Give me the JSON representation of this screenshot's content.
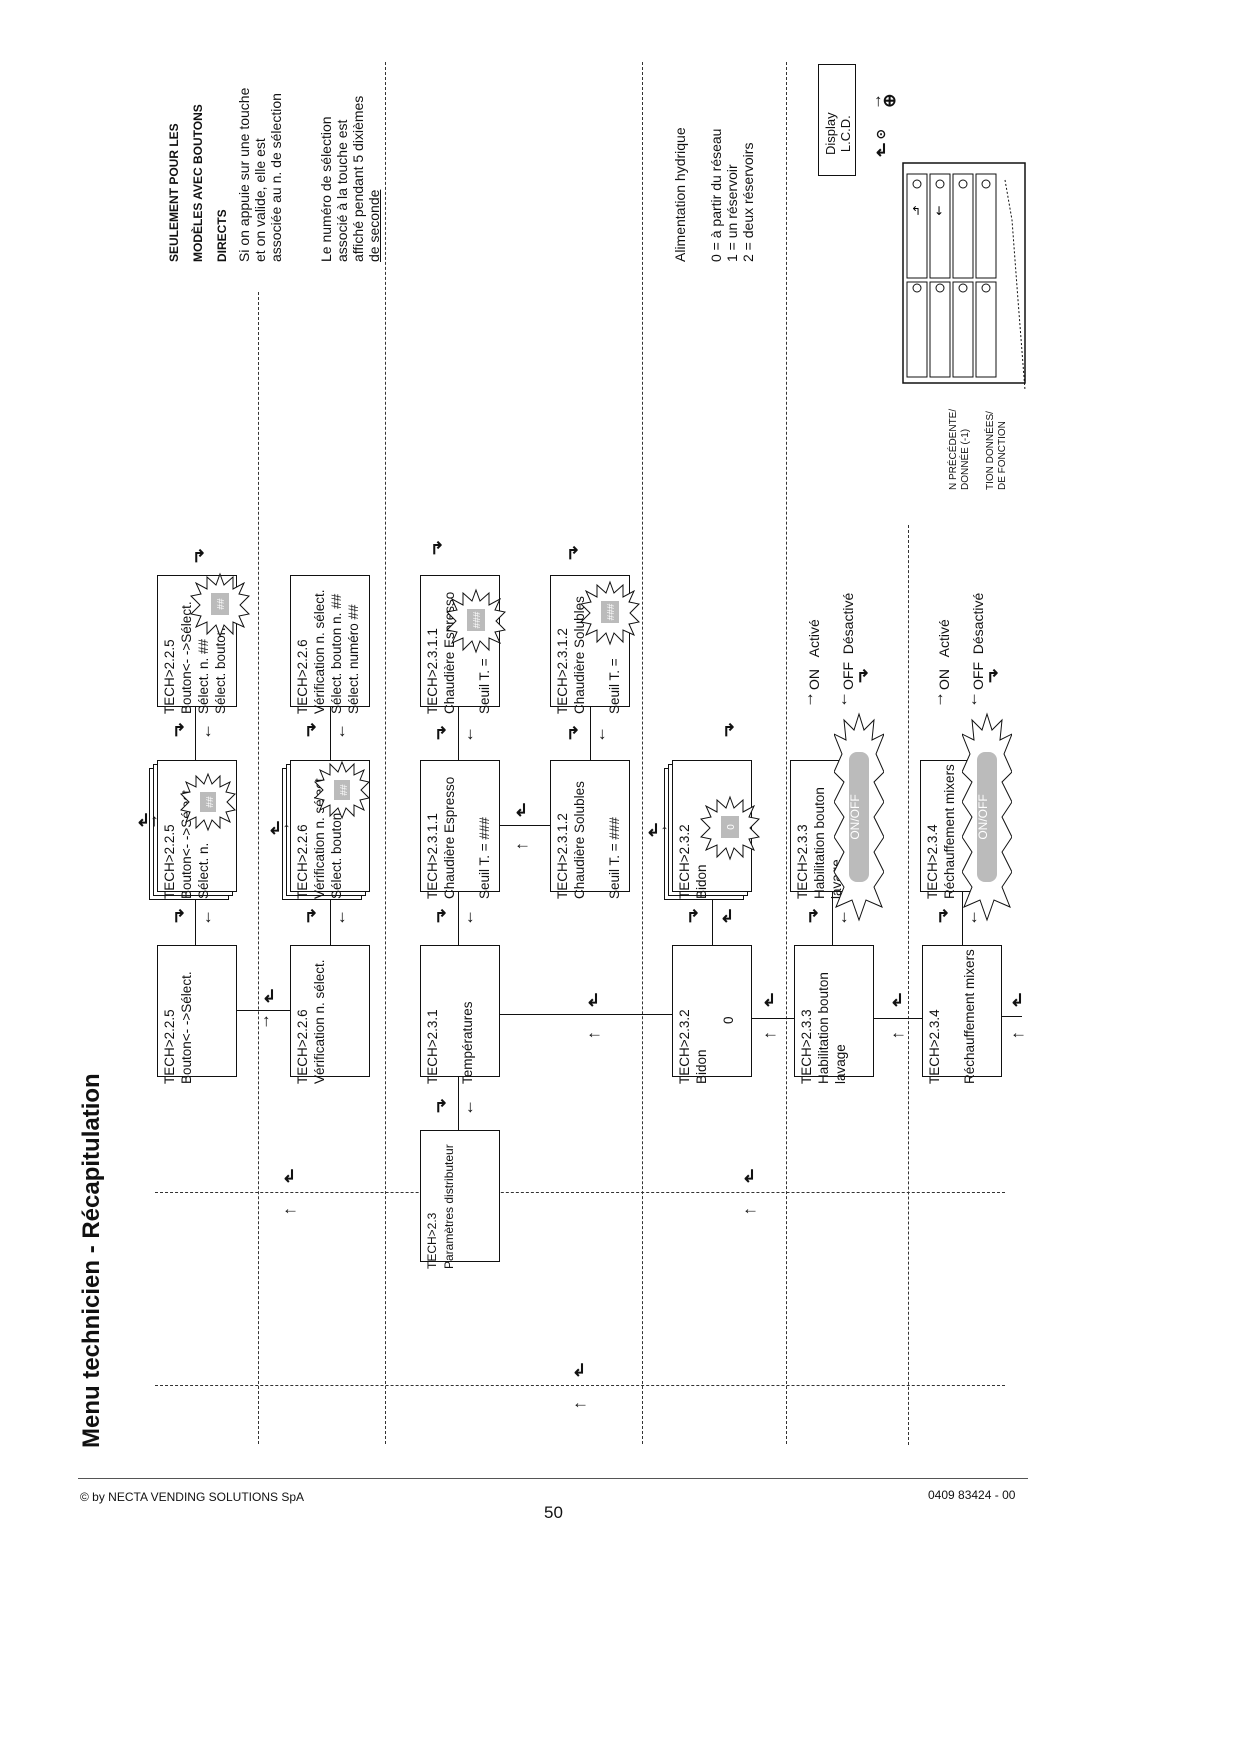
{
  "page": {
    "title": "Menu technicien - Récapitulation",
    "page_number": "50",
    "copyright": "© by NECTA VENDING SOLUTIONS SpA",
    "doc_code": "0409 83424 - 00"
  },
  "notes": {
    "direct_buttons_heading": "SEULEMENT POUR LES MODÈLES AVEC BOUTONS DIRECTS",
    "direct_buttons_line1": "Si on appuie sur une touche",
    "direct_buttons_line2": "et on valide, elle est",
    "direct_buttons_line3": "associée au n. de sélection",
    "selection_line1": "Le numéro de sélection",
    "selection_line2": "associé à la touche est",
    "selection_line3": "affiché pendant 5 dixièmes",
    "selection_line4": "de seconde",
    "water_title": "Alimentation hydrique",
    "water_opt0": "0 = à partir du réseau",
    "water_opt1": "1 = un réservoir",
    "water_opt2": "2 = deux réservoirs",
    "display_label1": "Display",
    "display_label2": "L.C.D.",
    "legend1a": "N PRÉCÉDENTE/",
    "legend1b": "DONNÉE (-1)",
    "legend2a": "TION DONNÉES/",
    "legend2b": "DE FONCTION"
  },
  "boxes": {
    "b225": {
      "l1": "TECH>2.2.5",
      "l2": "Bouton<- ->Sélect."
    },
    "b225s": {
      "l1": "TECH>2.2.5",
      "l2": "Bouton<- ->Sélect",
      "l3": "Sélect. n."
    },
    "b225e": {
      "l1": "TECH>2.2.5",
      "l2": "Bouton<- ->Sélect.",
      "l3": "Sélect. n. ##",
      "l4": "Sélect. bouton"
    },
    "b226": {
      "l1": "TECH>2.2.6",
      "l2": "Vérification n. sélect."
    },
    "b226s": {
      "l1": "TECH>2.2.6",
      "l2": "Vérification n. sélect.",
      "l3": "Sélect. bouton"
    },
    "b226e": {
      "l1": "TECH>2.2.6",
      "l2": "Vérification n. sélect.",
      "l3": "Sélect. bouton n. ##",
      "l4": "Sélect. numéro ##"
    },
    "b23": {
      "l1": "TECH>2.3",
      "l2": "Paramètres distributeur"
    },
    "b231": {
      "l1": "TECH>2.3.1",
      "l2": "Températures"
    },
    "b2311": {
      "l1": "TECH>2.3.1.1",
      "l2": "Chaudière Espresso",
      "l3": "Seuil T. = ###"
    },
    "b2311e": {
      "l1": "TECH>2.3.1.1",
      "l2": "Chaudière Espresso",
      "l3": "Seuil T. ="
    },
    "b2312": {
      "l1": "TECH>2.3.1.2",
      "l2": "Chaudière Solubles",
      "l3": "Seuil T. = ###"
    },
    "b2312e": {
      "l1": "TECH>2.3.1.2",
      "l2": "Chaudière Solubles",
      "l3": "Seuil T. ="
    },
    "b232": {
      "l1": "TECH>2.3.2",
      "l2": "Bidon",
      "l3": "0"
    },
    "b232s": {
      "l1": "TECH>2.3.2",
      "l2": "Bidon"
    },
    "b233": {
      "l1": "TECH>2.3.3",
      "l2": "Habilitation bouton",
      "l3": "lavage"
    },
    "b233s": {
      "l1": "TECH>2.3.3",
      "l2": "Habilitation bouton",
      "l3": "lavage"
    },
    "b234": {
      "l1": "TECH>2.3.4",
      "l2": "Réchauffement mixers"
    },
    "b234s": {
      "l1": "TECH>2.3.4",
      "l2": "Réchauffement mixers"
    }
  },
  "bursts": {
    "hash": "##",
    "hash3": "###",
    "zero": "0",
    "onoff": "ON/OFF"
  },
  "onoff": {
    "on": "ON",
    "on_desc": "Activé",
    "off": "OFF",
    "off_desc": "Désactivé"
  }
}
